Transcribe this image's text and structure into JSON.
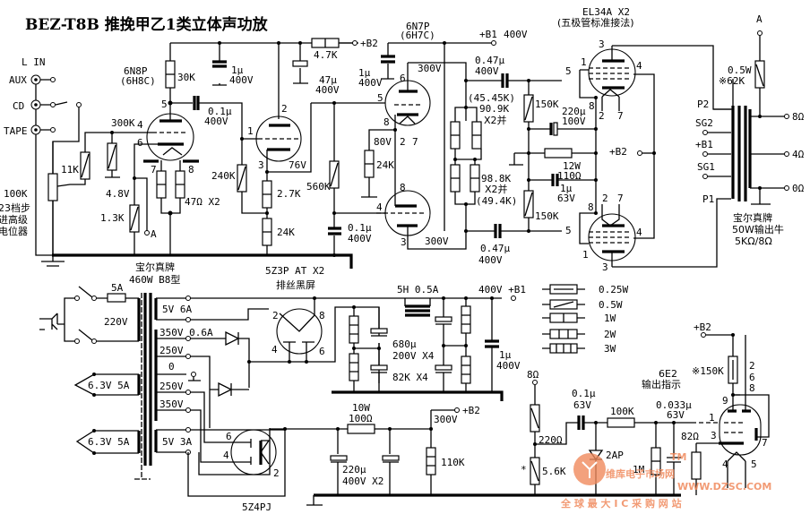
{
  "title": "BEZ-T8B 推挽甲乙1类立体声功放",
  "input": {
    "channel": "L IN",
    "sources": [
      "AUX",
      "CD",
      "TAPE"
    ],
    "volume_pot": "100K",
    "volume_note": [
      "23档步",
      "进高级",
      "电位器"
    ]
  },
  "stage1": {
    "tube": "6N8P",
    "tube_alt": "(6H8C)",
    "plate_res": "30K",
    "dec_cap": [
      "1μ",
      "400V"
    ],
    "coupling_cap": [
      "0.1μ",
      "400V"
    ],
    "grid_res": "300K",
    "res_11k": "11K",
    "cathode_v": "4.8V",
    "fb_res": "1.3K",
    "heater_res": "47Ω X2",
    "pins": [
      "5",
      "4",
      "6",
      "7",
      "8"
    ],
    "node_a": "A"
  },
  "stage2": {
    "res_240k": "240K",
    "res_2_7k": "2.7K",
    "res_24k": "24K",
    "cathode_v": "76V",
    "pins": [
      "2",
      "1",
      "3"
    ]
  },
  "supply_filter": {
    "res": "4.7K",
    "cap": [
      "47μ",
      "400V"
    ],
    "b2": "+B2"
  },
  "phase_splitter": {
    "tube": "6N7P",
    "tube_alt": "(6H7C)",
    "dec_cap": [
      "1μ",
      "400V"
    ],
    "b1": "+B1",
    "b1_v": "400V",
    "v_top": "300V",
    "v_bottom": "300V",
    "v_cath": "80V",
    "res_24k": "24K",
    "res_560k": "560K",
    "grid_cap": [
      "0.1μ",
      "400V"
    ],
    "pins": [
      "6",
      "5",
      "8",
      "2",
      "7",
      "8",
      "4",
      "3"
    ]
  },
  "plate_loads": {
    "upper": [
      "(45.45K)",
      "90.9K",
      "X2并"
    ],
    "lower": [
      "98.8K",
      "X2并",
      "(49.4K)"
    ]
  },
  "coupling_caps": {
    "upper": [
      "0.47μ",
      "400V"
    ],
    "lower": [
      "0.47μ",
      "400V"
    ]
  },
  "output_stage": {
    "tube": "EL34A X2",
    "mode": "(五极管标准接法)",
    "grid_res_upper": "150K",
    "grid_res_lower": "150K",
    "bypass_cap": [
      "220μ",
      "100V"
    ],
    "cath_res": [
      "12W",
      "110Ω"
    ],
    "cath_cap": [
      "1μ",
      "63V"
    ],
    "b2": "+B2",
    "pins_upper": [
      "3",
      "1",
      "4",
      "5",
      "8",
      "2",
      "7"
    ],
    "pins_lower": [
      "2",
      "7",
      "8",
      "5",
      "4",
      "1",
      "3"
    ]
  },
  "output_transformer": {
    "taps_left": [
      "P2",
      "SG2",
      "+B1",
      "SG1",
      "P1"
    ],
    "taps_right": [
      "8Ω",
      "4Ω",
      "0Ω"
    ],
    "fb_res": [
      "0.5W",
      "※62K"
    ],
    "fb_node": "A",
    "label": [
      "宝尔真牌",
      "50W输出牛",
      "5KΩ/8Ω"
    ]
  },
  "power_transformer": {
    "label": [
      "宝尔真牌",
      "460W B8型"
    ],
    "fuse": "5A",
    "mains": "220V",
    "secondaries": [
      "5V 6A",
      "350V  0.6A",
      "250V",
      "0",
      "250V",
      "350V",
      "5V 3A"
    ],
    "heaters": [
      "6.3V 5A",
      "6.3V 5A"
    ]
  },
  "rectifier1": {
    "tube": "5Z3P AT  X2",
    "note": "排丝黑屏",
    "pins": [
      "2",
      "8",
      "4",
      "6"
    ]
  },
  "b1_supply": {
    "choke": "5H 0.5A",
    "out": "400V +B1",
    "caps": [
      "680μ",
      "200V X4"
    ],
    "res": "82K X4",
    "film_cap": [
      "1μ",
      "400V"
    ]
  },
  "rectifier2": {
    "tube": "5Z4PJ",
    "pins": [
      "6",
      "4",
      "2"
    ]
  },
  "b2_supply": {
    "res": [
      "10W",
      "100Ω"
    ],
    "caps": [
      "220μ",
      "400V X2"
    ],
    "v": "300V",
    "out": "+B2",
    "bleeder": "110K"
  },
  "legend": [
    {
      "symbol": "0.25W-resistor",
      "label": "0.25W"
    },
    {
      "symbol": "0.5W-resistor",
      "label": "0.5W"
    },
    {
      "symbol": "1W-resistor",
      "label": "1W"
    },
    {
      "symbol": "2W-resistor",
      "label": "2W"
    },
    {
      "symbol": "3W-resistor",
      "label": "3W"
    }
  ],
  "indicator": {
    "tube": "6E2",
    "desc": "输出指示",
    "in": "8Ω",
    "res_220": "220Ω",
    "res_5_6k": "5.6K",
    "star": "*",
    "cap1": [
      "0.1μ",
      "63V"
    ],
    "res_100k": "100K",
    "diode": "2AP",
    "res_1m": "1M",
    "cap2": [
      "0.033μ",
      "63V"
    ],
    "res_82": "82Ω",
    "b2": "+B2",
    "res_150k": "※150K",
    "pins": [
      "2",
      "6",
      "8",
      "9",
      "1",
      "3",
      "7",
      "4",
      "5"
    ]
  },
  "watermark": {
    "brand": "维库电子市场网",
    "url": "WWW.DZSC.COM",
    "slogan": "全 球 最 大 I C 采 购 网 站",
    "tm": "TM"
  }
}
